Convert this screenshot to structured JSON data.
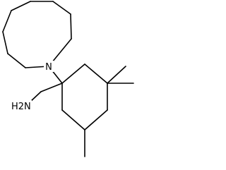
{
  "molecule": {
    "atoms": [
      {
        "id": "N_ring",
        "label": "N"
      },
      {
        "id": "N_amine",
        "label": "H2N"
      }
    ],
    "colors": {
      "bond": "#000000",
      "background": "#ffffff"
    }
  }
}
